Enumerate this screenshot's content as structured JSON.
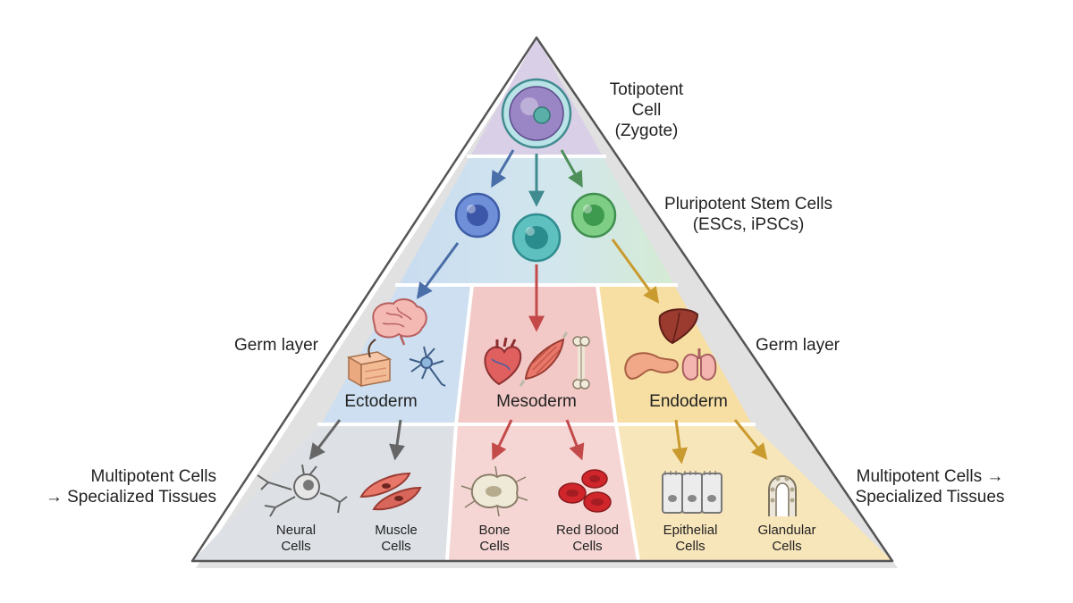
{
  "labels": {
    "totipotent": [
      "Totipotent Cell",
      "(Zygote)"
    ],
    "pluripotent": [
      "Pluripotent Stem Cells",
      "(ESCs, iPSCs)"
    ],
    "germ_layer_left": "Germ layer",
    "germ_layer_right": "Germ layer",
    "multipotent_left": [
      "Multipotent Cells",
      "→ Specialized Tissues"
    ],
    "multipotent_right": [
      "Multipotent Cells →",
      "Specialized Tissues"
    ]
  },
  "germ_layers": [
    "Ectoderm",
    "Mesoderm",
    "Endoderm"
  ],
  "cells": [
    {
      "lines": [
        "Neural",
        "Cells"
      ]
    },
    {
      "lines": [
        "Muscle",
        "Cells"
      ]
    },
    {
      "lines": [
        "Bone",
        "Cells"
      ]
    },
    {
      "lines": [
        "Red Blood",
        "Cells"
      ]
    },
    {
      "lines": [
        "Epithelial",
        "Cells"
      ]
    },
    {
      "lines": [
        "Glandular",
        "Cells"
      ]
    }
  ],
  "colors": {
    "tier_top": "#d9cfe6",
    "tier_pluri_left": "#cfe0f1",
    "tier_pluri_right": "#d6ead6",
    "ectoderm": "#cddff0",
    "mesoderm": "#f2c9c7",
    "endoderm": "#f7dfa3",
    "bottom_left": "#dde1e6",
    "bottom_mid": "#f5d6d4",
    "bottom_right": "#f8e6bb",
    "outline": "#555555"
  },
  "icons": [
    "zygote-icon",
    "stem-cell-icon",
    "brain-icon",
    "skin-icon",
    "neuron-icon",
    "heart-icon",
    "muscle-icon",
    "bone-icon",
    "liver-icon",
    "pancreas-icon",
    "lungs-icon",
    "neural-cell-icon",
    "muscle-cell-icon",
    "bone-cell-icon",
    "red-blood-cell-icon",
    "epithelial-cell-icon",
    "glandular-cell-icon"
  ]
}
